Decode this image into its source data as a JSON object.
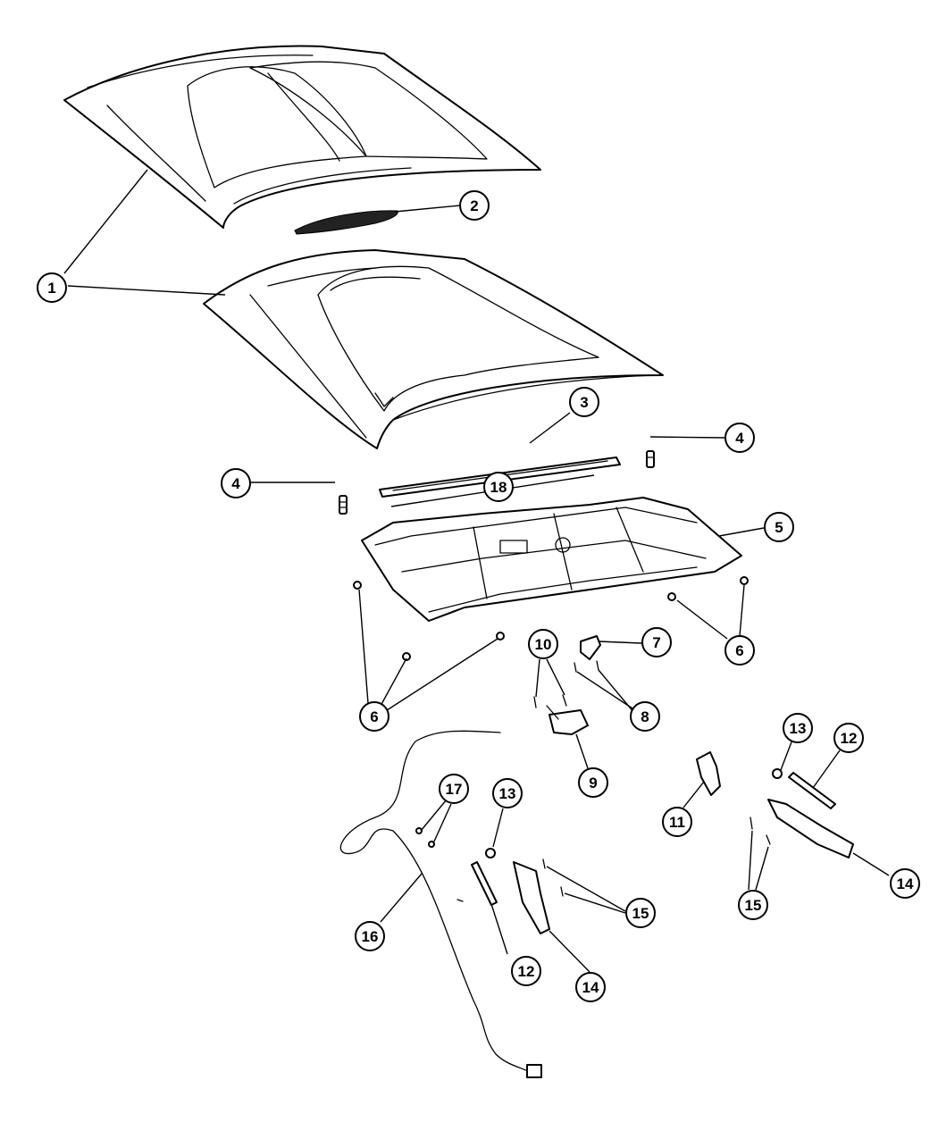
{
  "diagram": {
    "callouts": [
      {
        "id": "c1a",
        "label": "1"
      },
      {
        "id": "c2",
        "label": "2"
      },
      {
        "id": "c3",
        "label": "3"
      },
      {
        "id": "c4a",
        "label": "4"
      },
      {
        "id": "c4b",
        "label": "4"
      },
      {
        "id": "c5",
        "label": "5"
      },
      {
        "id": "c6a",
        "label": "6"
      },
      {
        "id": "c6b",
        "label": "6"
      },
      {
        "id": "c7",
        "label": "7"
      },
      {
        "id": "c8",
        "label": "8"
      },
      {
        "id": "c9",
        "label": "9"
      },
      {
        "id": "c10",
        "label": "10"
      },
      {
        "id": "c11",
        "label": "11"
      },
      {
        "id": "c12a",
        "label": "12"
      },
      {
        "id": "c12b",
        "label": "12"
      },
      {
        "id": "c13a",
        "label": "13"
      },
      {
        "id": "c13b",
        "label": "13"
      },
      {
        "id": "c14a",
        "label": "14"
      },
      {
        "id": "c14b",
        "label": "14"
      },
      {
        "id": "c15a",
        "label": "15"
      },
      {
        "id": "c15b",
        "label": "15"
      },
      {
        "id": "c16",
        "label": "16"
      },
      {
        "id": "c17",
        "label": "17"
      },
      {
        "id": "c18",
        "label": "18"
      }
    ]
  }
}
